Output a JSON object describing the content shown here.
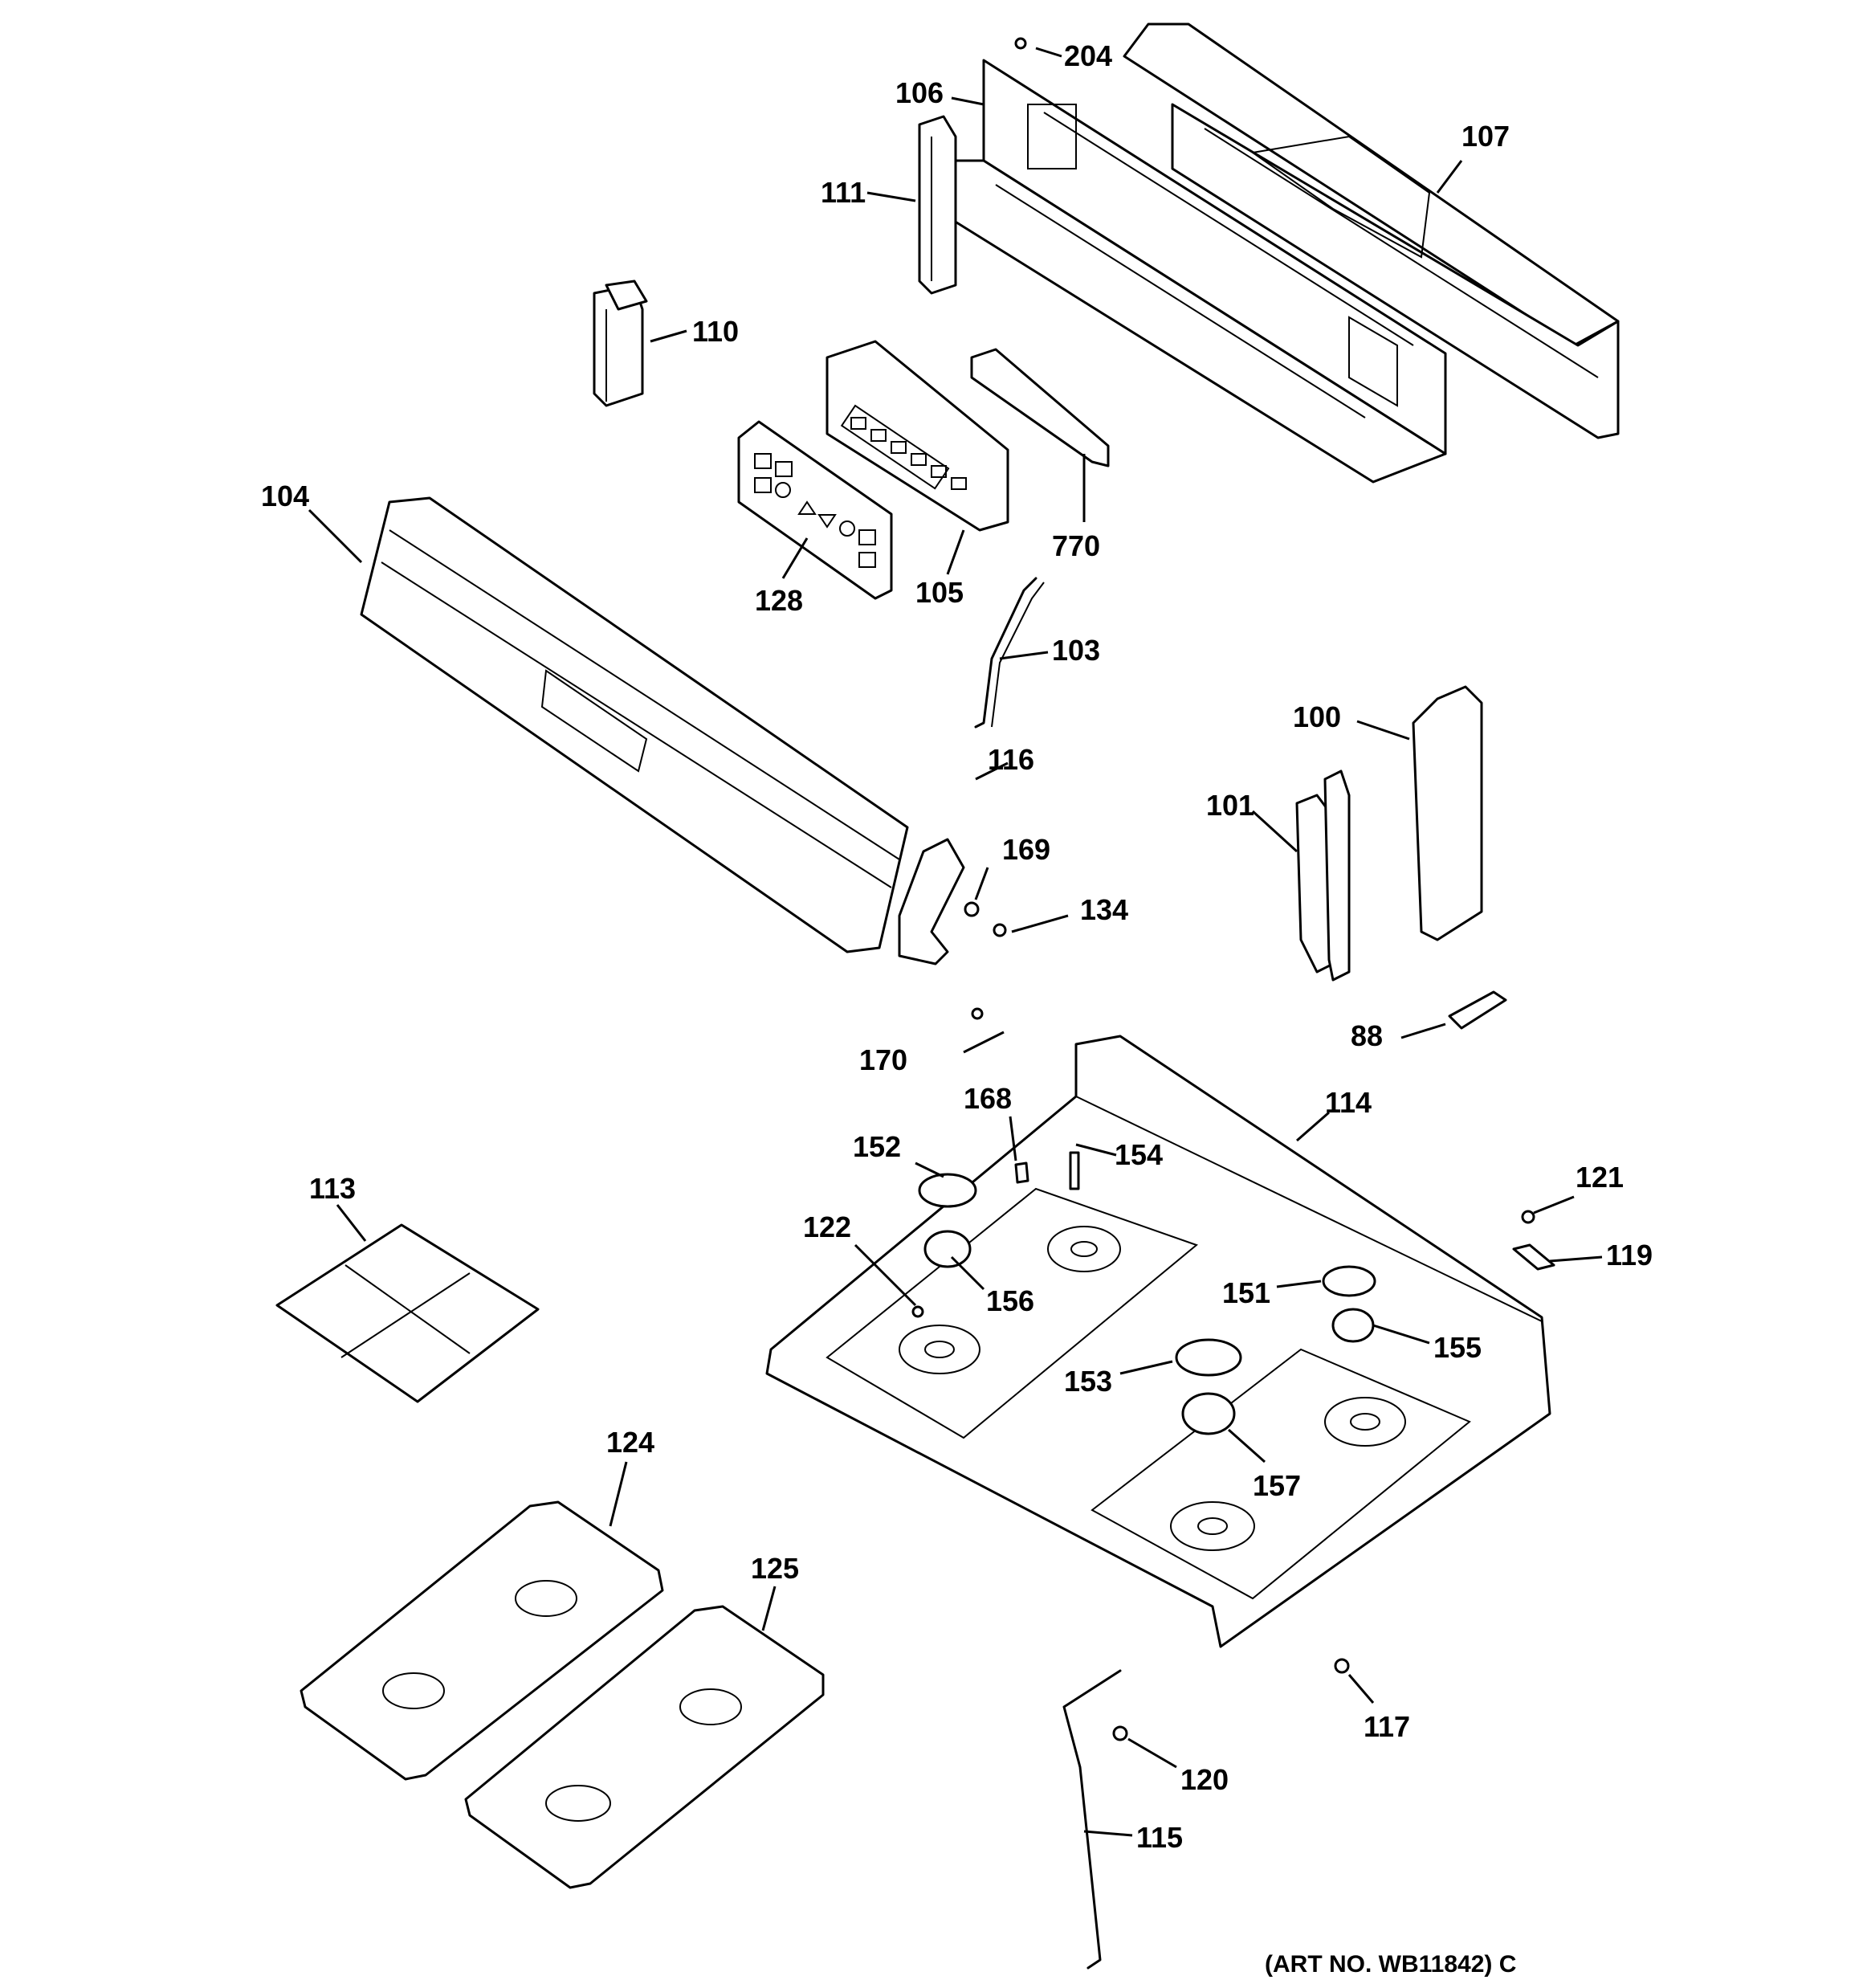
{
  "callouts": [
    {
      "id": "204",
      "label": "204"
    },
    {
      "id": "106",
      "label": "106"
    },
    {
      "id": "107",
      "label": "107"
    },
    {
      "id": "111",
      "label": "111"
    },
    {
      "id": "110",
      "label": "110"
    },
    {
      "id": "104",
      "label": "104"
    },
    {
      "id": "128",
      "label": "128"
    },
    {
      "id": "105",
      "label": "105"
    },
    {
      "id": "770",
      "label": "770"
    },
    {
      "id": "103",
      "label": "103"
    },
    {
      "id": "116",
      "label": "116"
    },
    {
      "id": "169",
      "label": "169"
    },
    {
      "id": "134",
      "label": "134"
    },
    {
      "id": "170",
      "label": "170"
    },
    {
      "id": "100",
      "label": "100"
    },
    {
      "id": "101",
      "label": "101"
    },
    {
      "id": "88",
      "label": "88"
    },
    {
      "id": "114",
      "label": "114"
    },
    {
      "id": "168",
      "label": "168"
    },
    {
      "id": "152",
      "label": "152"
    },
    {
      "id": "154",
      "label": "154"
    },
    {
      "id": "122",
      "label": "122"
    },
    {
      "id": "156",
      "label": "156"
    },
    {
      "id": "113",
      "label": "113"
    },
    {
      "id": "121",
      "label": "121"
    },
    {
      "id": "119",
      "label": "119"
    },
    {
      "id": "151",
      "label": "151"
    },
    {
      "id": "155",
      "label": "155"
    },
    {
      "id": "153",
      "label": "153"
    },
    {
      "id": "157",
      "label": "157"
    },
    {
      "id": "124",
      "label": "124"
    },
    {
      "id": "125",
      "label": "125"
    },
    {
      "id": "117",
      "label": "117"
    },
    {
      "id": "120",
      "label": "120"
    },
    {
      "id": "115",
      "label": "115"
    }
  ],
  "art_number": "(ART NO. WB11842) C"
}
